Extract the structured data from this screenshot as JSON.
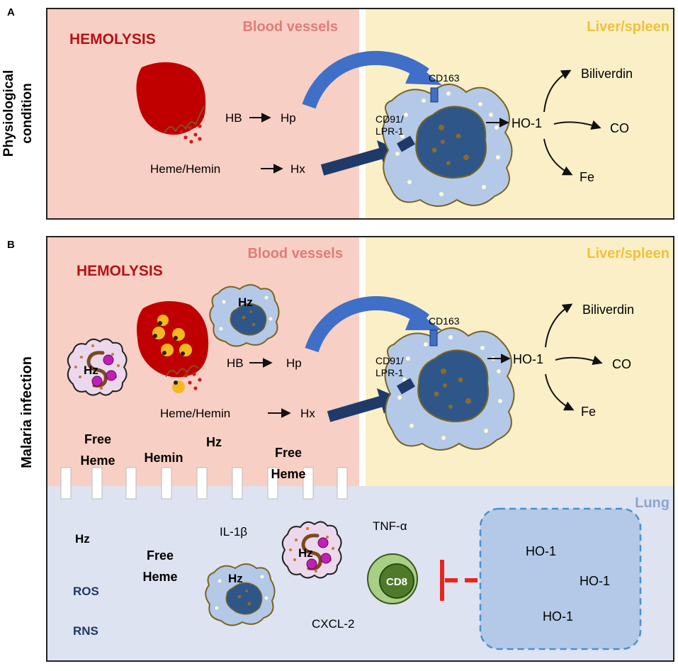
{
  "panel_a": {
    "letter": "A",
    "side_label_line1": "Physiological",
    "side_label_line2": "condition",
    "hemolysis": "HEMOLYSIS",
    "blood_vessels": "Blood vessels",
    "liver_spleen": "Liver/spleen",
    "hb": "HB",
    "hp": "Hp",
    "heme_hemin": "Heme/Hemin",
    "hx": "Hx",
    "cd163": "CD163",
    "cd91_line1": "CD91/",
    "cd91_line2": "LPR-1",
    "ho1": "HO-1",
    "biliverdin": "Biliverdin",
    "co": "CO",
    "fe": "Fe"
  },
  "panel_b": {
    "letter": "B",
    "side_label": "Malaria infection",
    "hemolysis": "HEMOLYSIS",
    "blood_vessels": "Blood vessels",
    "liver_spleen": "Liver/spleen",
    "lung": "Lung",
    "hz": "Hz",
    "hb": "HB",
    "hp": "Hp",
    "heme_hemin": "Heme/Hemin",
    "hx": "Hx",
    "cd163": "CD163",
    "cd91_line1": "CD91/",
    "cd91_line2": "LPR-1",
    "ho1": "HO-1",
    "biliverdin": "Biliverdin",
    "co": "CO",
    "fe": "Fe",
    "free_heme_line1": "Free",
    "free_heme_line2": "Heme",
    "hemin": "Hemin",
    "lung_hz": "Hz",
    "ros": "ROS",
    "rns": "RNS",
    "il1b": "IL-1β",
    "tnfa": "TNF-α",
    "cxcl2": "CXCL-2",
    "cd8": "CD8"
  },
  "colors": {
    "blood_bg": "#f8cfc4",
    "liver_bg": "#fbefc8",
    "lung_bg": "#dde3f1",
    "hemolysis_red": "#b51215",
    "blood_label": "#e07c78",
    "liver_label": "#efc23a",
    "lung_label": "#8fa3cf",
    "macrophage_fill": "#b4c9e8",
    "nucleus_fill": "#2e5688",
    "arrow_blue": "#3f6fc7",
    "arrow_navy": "#1f3a68",
    "inhibit_red": "#e8251f",
    "cd8_green": "#4f7a2a"
  }
}
